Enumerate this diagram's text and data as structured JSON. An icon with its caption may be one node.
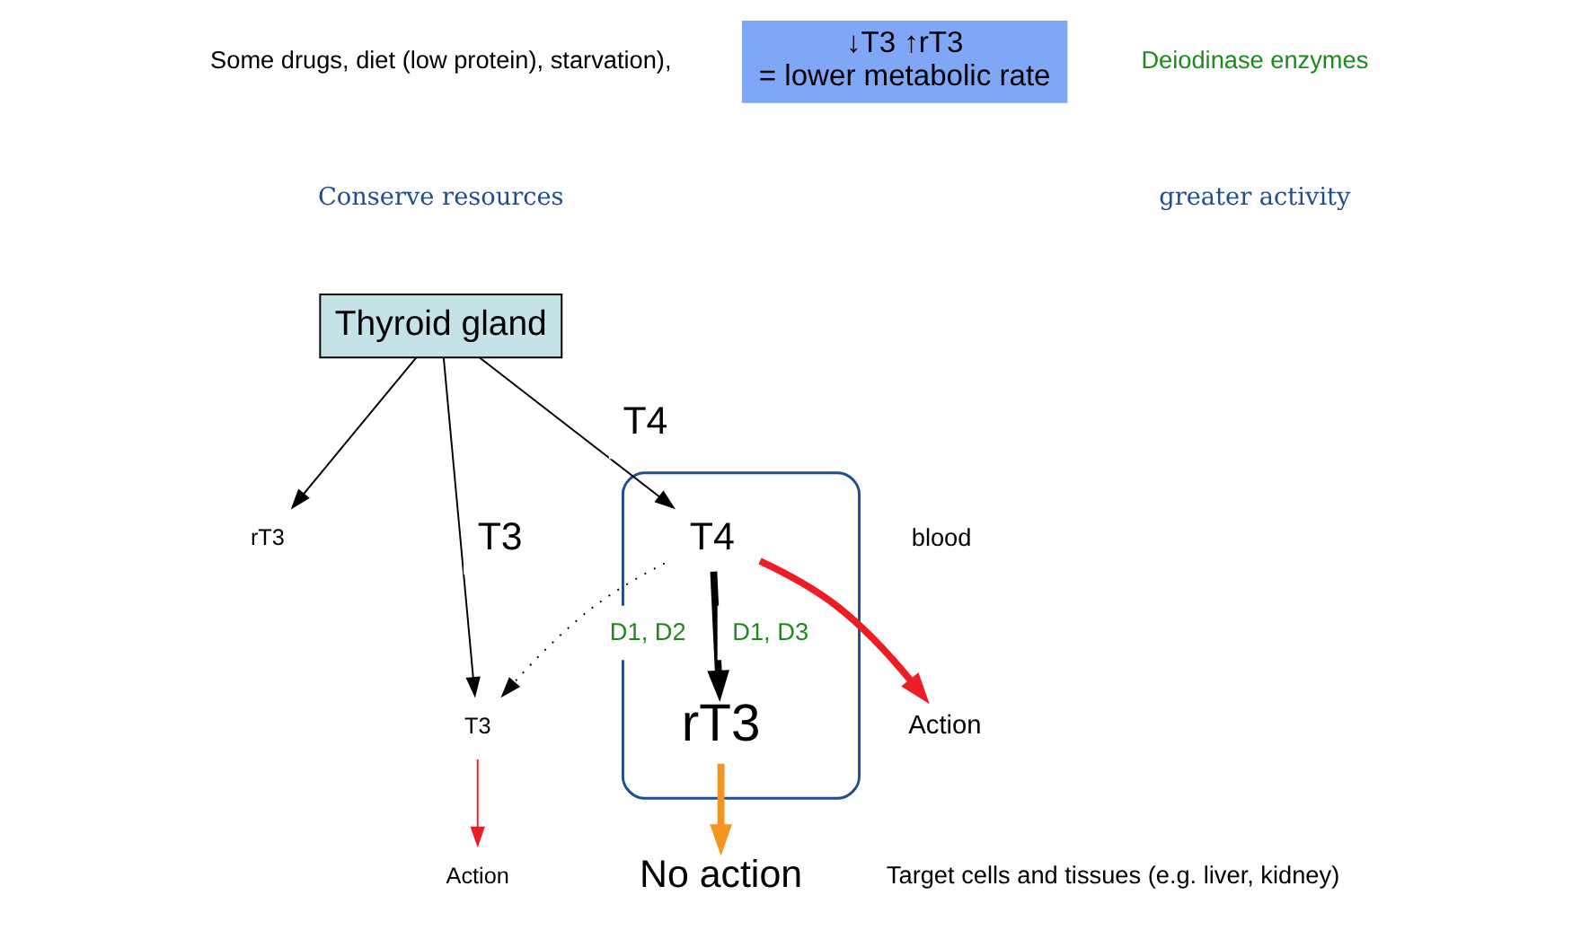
{
  "diagram": {
    "nodes": [
      {
        "text": [
          "Thyroid gland"
        ]
      },
      {
        "text": [
          "rT3"
        ]
      },
      {
        "text": [],
        "shape": "box"
      },
      {
        "text": [
          "T4"
        ],
        "in": 2
      },
      {
        "text": [
          "rT3"
        ],
        "in": 2
      },
      {
        "text": [
          "T3"
        ]
      },
      {
        "text": [
          "No action"
        ]
      },
      {
        "text": [
          "Action"
        ]
      },
      {
        "text": [
          "Action"
        ]
      },
      {
        "text": [
          "↓T3 ↑rT3",
          "= lower metabolic rate"
        ]
      }
    ],
    "edges": [
      {
        "from": 0,
        "to": 1,
        "arrow": "to"
      },
      {
        "from": 0,
        "to": 3,
        "arrow": "to",
        "label": "T4"
      },
      {
        "from": 0,
        "to": 5,
        "arrow": "to",
        "label": "T3"
      },
      {
        "from": 3,
        "to": 4,
        "arrow": "to",
        "label": "D1, D3",
        "style": "thick"
      },
      {
        "from": 3,
        "to": 5,
        "arrow": "to",
        "label": "D1, D2",
        "style": "dashed"
      },
      {
        "from": 4,
        "to": 6,
        "arrow": "to",
        "style": "thick",
        "color": "#f7941d"
      },
      {
        "from": 3,
        "to": 7,
        "arrow": "to",
        "style": "thick",
        "color": "#ee1c25"
      },
      {
        "from": 5,
        "to": 8,
        "arrow": "to",
        "color": "#ee1c25"
      }
    ],
    "labels": [
      "Some drugs, diet (low protein), starvation),",
      "Conserve resources",
      "blood",
      "Deiodinase enzymes",
      "greater activity",
      "Target cells and tissues (e.g. liver, kidney)"
    ]
  }
}
